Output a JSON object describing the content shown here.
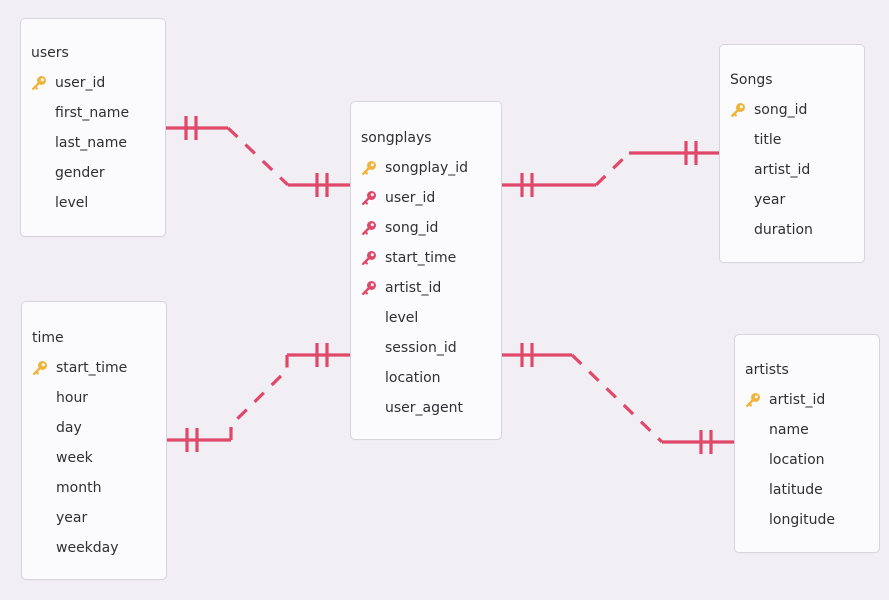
{
  "colors": {
    "background": "#f2eff4",
    "connector": "#e0486a",
    "primary_key": "#f1b43a",
    "foreign_key": "#e0486a"
  },
  "tables": [
    {
      "id": "users",
      "title": "users",
      "columns": [
        {
          "name": "user_id",
          "key": "primary"
        },
        {
          "name": "first_name",
          "key": "none"
        },
        {
          "name": "last_name",
          "key": "none"
        },
        {
          "name": "gender",
          "key": "none"
        },
        {
          "name": "level",
          "key": "none"
        }
      ]
    },
    {
      "id": "time",
      "title": "time",
      "columns": [
        {
          "name": "start_time",
          "key": "primary"
        },
        {
          "name": "hour",
          "key": "none"
        },
        {
          "name": "day",
          "key": "none"
        },
        {
          "name": "week",
          "key": "none"
        },
        {
          "name": "month",
          "key": "none"
        },
        {
          "name": "year",
          "key": "none"
        },
        {
          "name": "weekday",
          "key": "none"
        }
      ]
    },
    {
      "id": "songplays",
      "title": "songplays",
      "columns": [
        {
          "name": "songplay_id",
          "key": "primary"
        },
        {
          "name": "user_id",
          "key": "foreign"
        },
        {
          "name": "song_id",
          "key": "foreign"
        },
        {
          "name": "start_time",
          "key": "foreign"
        },
        {
          "name": "artist_id",
          "key": "foreign"
        },
        {
          "name": "level",
          "key": "none"
        },
        {
          "name": "session_id",
          "key": "none"
        },
        {
          "name": "location",
          "key": "none"
        },
        {
          "name": "user_agent",
          "key": "none"
        }
      ]
    },
    {
      "id": "songs",
      "title": "Songs",
      "columns": [
        {
          "name": "song_id",
          "key": "primary"
        },
        {
          "name": "title",
          "key": "none"
        },
        {
          "name": "artist_id",
          "key": "none"
        },
        {
          "name": "year",
          "key": "none"
        },
        {
          "name": "duration",
          "key": "none"
        }
      ]
    },
    {
      "id": "artists",
      "title": "artists",
      "columns": [
        {
          "name": "artist_id",
          "key": "primary"
        },
        {
          "name": "name",
          "key": "none"
        },
        {
          "name": "location",
          "key": "none"
        },
        {
          "name": "latitude",
          "key": "none"
        },
        {
          "name": "longitude",
          "key": "none"
        }
      ]
    }
  ],
  "relationships": [
    {
      "from": "users",
      "from_column": "user_id",
      "to": "songplays",
      "to_column": "user_id",
      "cardinality": "one-to-one"
    },
    {
      "from": "time",
      "from_column": "start_time",
      "to": "songplays",
      "to_column": "start_time",
      "cardinality": "one-to-one"
    },
    {
      "from": "songplays",
      "from_column": "song_id",
      "to": "songs",
      "to_column": "song_id",
      "cardinality": "one-to-one"
    },
    {
      "from": "songplays",
      "from_column": "artist_id",
      "to": "artists",
      "to_column": "artist_id",
      "cardinality": "one-to-one"
    }
  ]
}
